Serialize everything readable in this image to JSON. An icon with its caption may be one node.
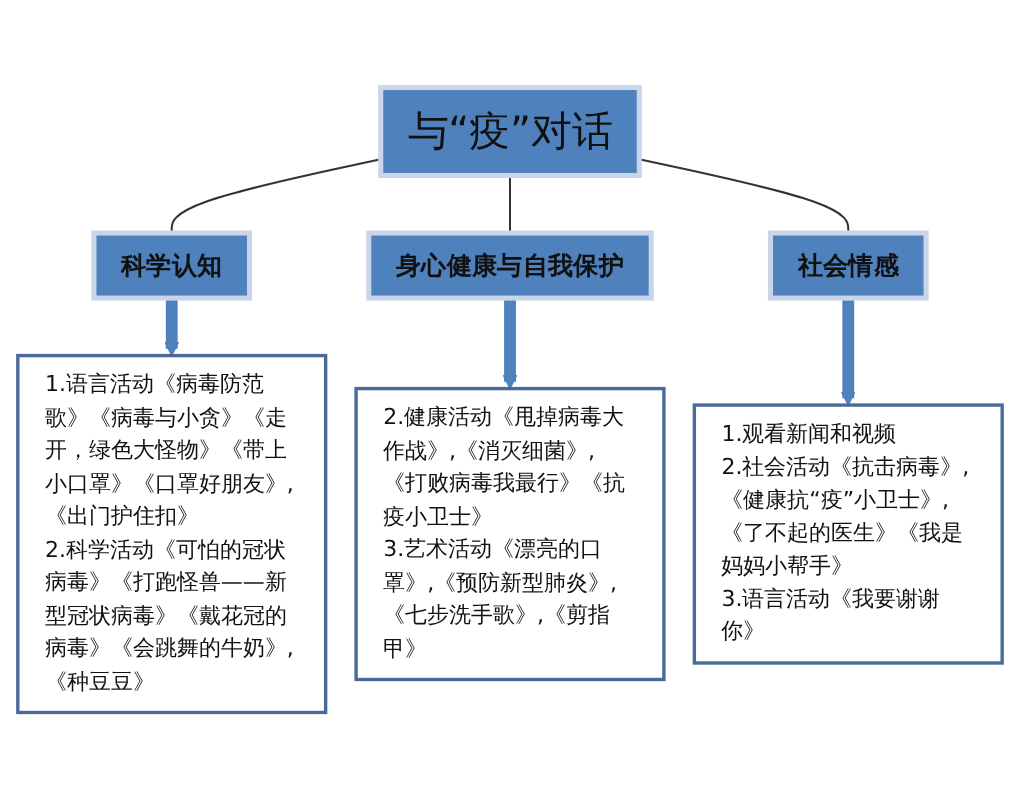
{
  "diagram": {
    "nodes": [
      {
        "text": [
          "与“疫”对话"
        ]
      },
      {
        "text": [
          "科学认知"
        ]
      },
      {
        "text": [
          "身心健康与自我保护"
        ]
      },
      {
        "text": [
          "社会情感"
        ]
      },
      {
        "text": [
          "1.语言活动《病毒防范歌》《病毒与小贪》《走开，绿色大怪物》《带上小口罩》《口罩好朋友》,《出门护住扣》",
          "2.科学活动《可怕的冠状病毒》《打跑怪兽——新型冠状病毒》《戴花冠的病毒》《会跳舞的牛奶》,《种豆豆》"
        ]
      },
      {
        "text": [
          "2.健康活动《甩掉病毒大作战》,《消灭细菌》,《打败病毒我最行》《抗疫小卫士》",
          "3.艺术活动《漂亮的口罩》,《预防新型肺炎》,《七步洗手歌》,《剪指甲》"
        ]
      },
      {
        "text": [
          "1.观看新闻和视频",
          "2.社会活动《抗击病毒》,《健康抗“疫”小卫士》,《了不起的医生》《我是妈妈小帮手》",
          "3.语言活动《我要谢谢你》"
        ]
      }
    ],
    "edges": [
      {
        "from": 0,
        "to": 1,
        "arrow": "none"
      },
      {
        "from": 0,
        "to": 2,
        "arrow": "none"
      },
      {
        "from": 0,
        "to": 3,
        "arrow": "none"
      },
      {
        "from": 1,
        "to": 4,
        "arrow": "to",
        "style": "thick",
        "color": "#4f81bd"
      },
      {
        "from": 2,
        "to": 5,
        "arrow": "to",
        "style": "thick",
        "color": "#4f81bd"
      },
      {
        "from": 3,
        "to": 6,
        "arrow": "to",
        "style": "thick",
        "color": "#4f81bd"
      }
    ]
  }
}
